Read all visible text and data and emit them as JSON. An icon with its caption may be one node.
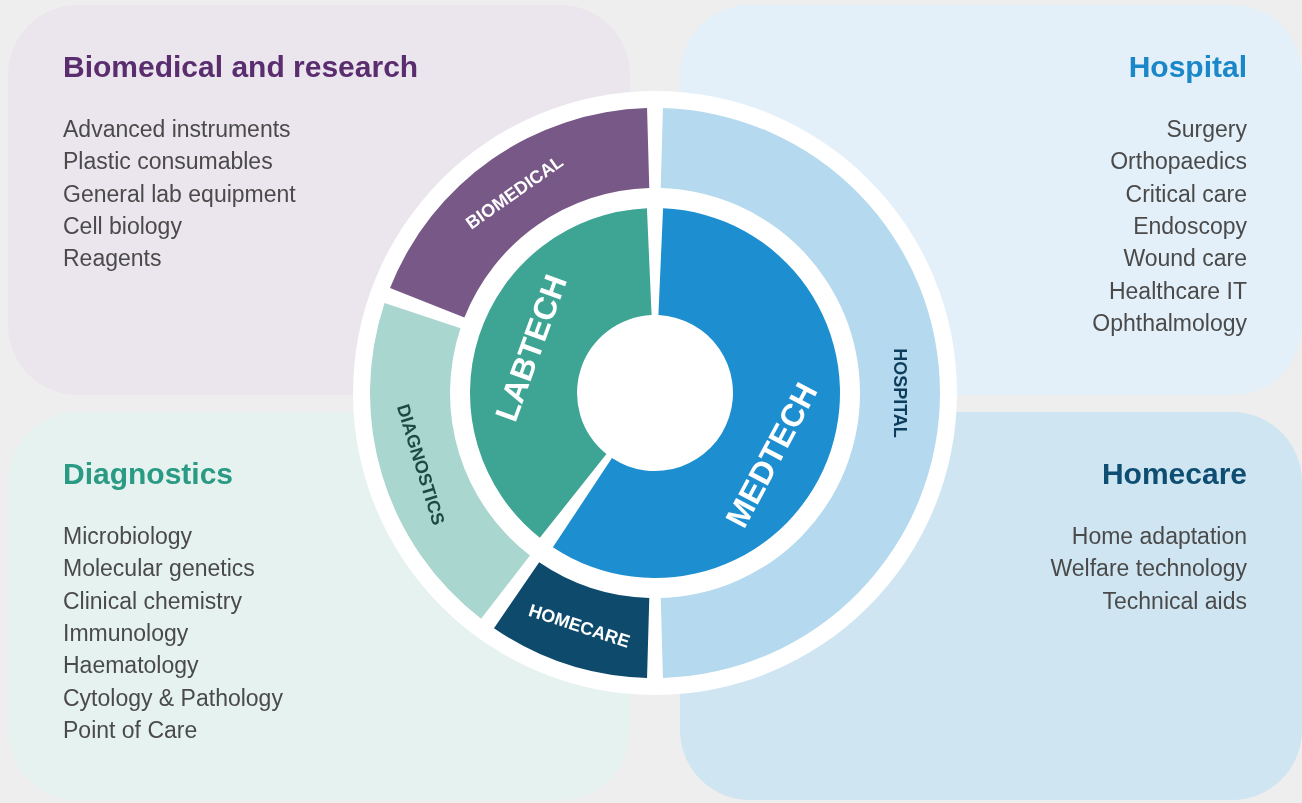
{
  "diagram": {
    "nodes": [
      {
        "text": [
          "Biomedical and research",
          "Advanced instruments",
          "Plastic consumables",
          "General lab equipment",
          "Cell biology",
          "Reagents"
        ]
      },
      {
        "text": [
          "Hospital",
          "Surgery",
          "Orthopaedics",
          "Critical care",
          "Endoscopy",
          "Wound care",
          "Healthcare IT",
          "Ophthalmology"
        ]
      },
      {
        "text": [
          "Diagnostics",
          "Microbiology",
          "Molecular genetics",
          "Clinical chemistry",
          "Immunology",
          "Haematology",
          "Cytology &  Pathology",
          "Point of Care"
        ]
      },
      {
        "text": [
          "Homecare",
          "Home adaptation",
          "Welfare technology",
          "Technical aids"
        ]
      },
      {
        "text": [
          "BIOMEDICAL"
        ]
      },
      {
        "text": [
          "DIAGNOSTICS"
        ]
      },
      {
        "text": [
          "HOMECARE"
        ]
      },
      {
        "text": [
          "HOSPITAL"
        ]
      },
      {
        "text": [
          "LABTECH"
        ]
      },
      {
        "text": [
          "MEDTECH"
        ]
      }
    ],
    "edges": []
  }
}
